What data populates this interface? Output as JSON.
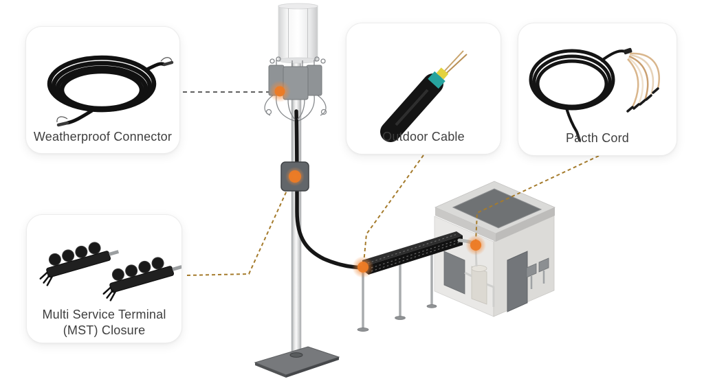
{
  "colors": {
    "background": "#ffffff",
    "accent_orange": "#ec7b25",
    "marker_glow": "#f08a3c",
    "dash_gold": "#a57b2c",
    "dash_gray": "#5f5f5f",
    "label_text": "#3e3e3e"
  },
  "cards": {
    "weatherproof_connector": {
      "label": "Weatherproof Connector"
    },
    "outdoor_cable": {
      "label": "Outdoor Cable"
    },
    "patch_cord": {
      "label": "Pacth Cord"
    },
    "mst_closure": {
      "label_line1": "Multi Service Terminal",
      "label_line2": "(MST) Closure"
    }
  },
  "images": {
    "weatherproof_connector": "coiled-drop-cable-with-weatherproof-connectors",
    "outdoor_cable": "outdoor-fiber-cable-cutaway",
    "patch_cord": "patch-cord-with-fanout-pigtails",
    "mst_closure": "two-mst-closure-terminals"
  }
}
